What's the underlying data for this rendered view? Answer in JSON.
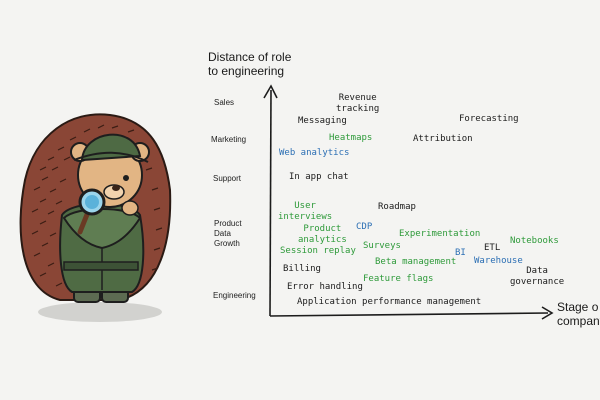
{
  "axes": {
    "y_title_line1": "Distance of role",
    "y_title_line2": "to engineering",
    "x_title_line1": "Stage o",
    "x_title_line2": "company"
  },
  "rows": {
    "sales": "Sales",
    "marketing": "Marketing",
    "support": "Support",
    "product_line1": "Product",
    "product_line2": "Data",
    "product_line3": "Growth",
    "engineering": "Engineering"
  },
  "items": {
    "revenue_tracking_1": "Revenue",
    "revenue_tracking_2": "tracking",
    "messaging": "Messaging",
    "forecasting": "Forecasting",
    "heatmaps": "Heatmaps",
    "attribution": "Attribution",
    "web_analytics": "Web analytics",
    "in_app_chat": "In app chat",
    "user_interviews_1": "User",
    "user_interviews_2": "interviews",
    "roadmap": "Roadmap",
    "product_analytics_1": "Product",
    "product_analytics_2": "analytics",
    "cdp": "CDP",
    "experimentation": "Experimentation",
    "notebooks": "Notebooks",
    "surveys": "Surveys",
    "etl": "ETL",
    "bi": "BI",
    "session_replay": "Session replay",
    "beta_management": "Beta management",
    "warehouse": "Warehouse",
    "billing": "Billing",
    "data_governance_1": "Data",
    "data_governance_2": "governance",
    "feature_flags": "Feature flags",
    "error_handling": "Error handling",
    "apm": "Application performance management"
  },
  "colors": {
    "black": "#1c1c1c",
    "green": "#2e9a3a",
    "blue": "#2c6fb4",
    "background": "#f4f4f2"
  }
}
